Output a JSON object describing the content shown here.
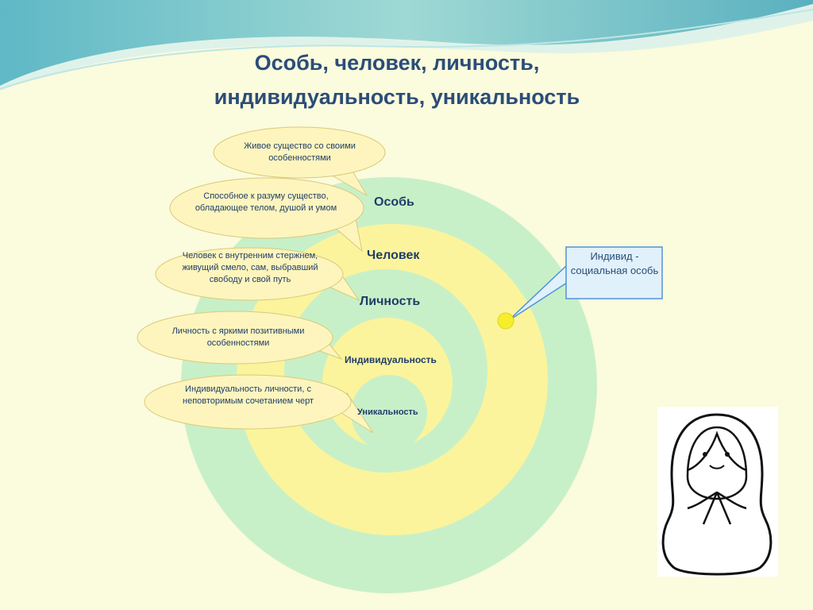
{
  "title": {
    "line1": "Особь, человек, личность,",
    "line2": "индивидуальность, уникальность"
  },
  "rings": [
    {
      "label": "Особь"
    },
    {
      "label": "Человек"
    },
    {
      "label": "Личность"
    },
    {
      "label": "Индивидуальность"
    },
    {
      "label": "Уникальность"
    }
  ],
  "bubbles": [
    {
      "text": "Живое существо со своими особенностями"
    },
    {
      "text": "Способное к разуму существо, обладающее телом, душой и умом"
    },
    {
      "text": "Человек с внутренним стержнем, живущий смело, сам, выбравший свободу и свой путь"
    },
    {
      "text": "Личность с яркими позитивными особенностями"
    },
    {
      "text": "Индивидуальность личности, с неповторимым сочетанием черт"
    }
  ],
  "callout": {
    "text": "Индивид - социальная особь"
  },
  "colors": {
    "background": "#fbfbdd",
    "ring_green": "#c8f0c8",
    "ring_yellow": "#fbf49c",
    "bubble_fill": "#fdf5bd",
    "bubble_stroke": "#d9c97a",
    "callout_fill": "#e1f1fb",
    "callout_stroke": "#4f93d8",
    "dot": "#f6ee2a",
    "title": "#2b4d78"
  },
  "image": {
    "name": "matryoshka-doll-illustration"
  }
}
